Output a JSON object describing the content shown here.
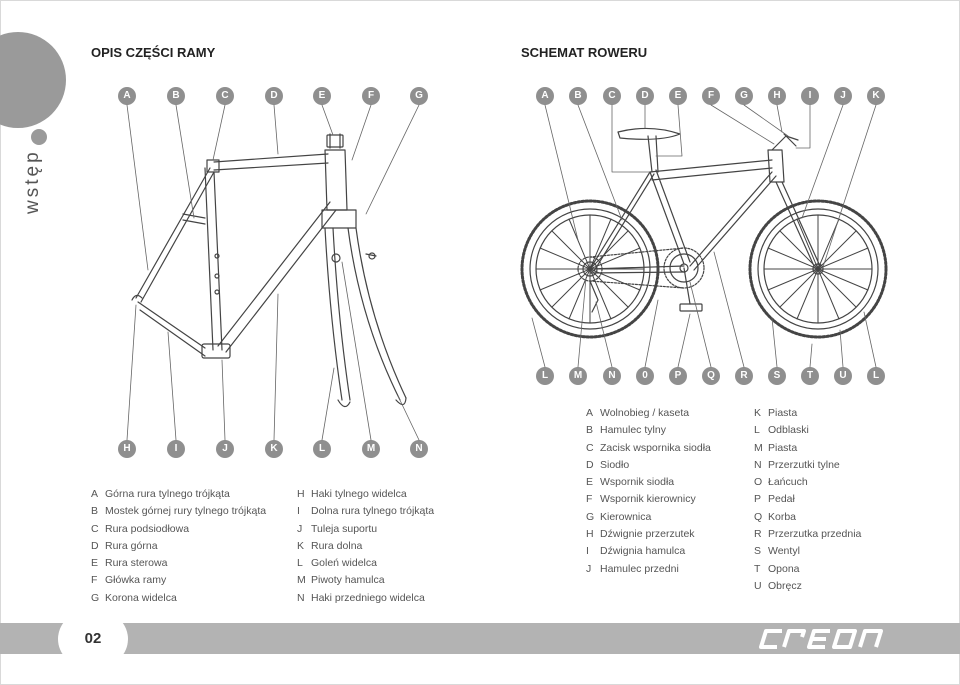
{
  "sidebar": {
    "section_label": "wstęp"
  },
  "frame_section": {
    "title": "OPIS CZĘŚCI RAMY",
    "top_callouts": [
      "A",
      "B",
      "C",
      "D",
      "E",
      "F",
      "G"
    ],
    "bottom_callouts": [
      "H",
      "I",
      "J",
      "K",
      "L",
      "M",
      "N"
    ],
    "legend_left": [
      {
        "letter": "A",
        "text": "Górna rura tylnego trójkąta"
      },
      {
        "letter": "B",
        "text": "Mostek górnej rury tylnego trójkąta"
      },
      {
        "letter": "C",
        "text": "Rura podsiodłowa"
      },
      {
        "letter": "D",
        "text": "Rura górna"
      },
      {
        "letter": "E",
        "text": "Rura sterowa"
      },
      {
        "letter": "F",
        "text": "Główka ramy"
      },
      {
        "letter": "G",
        "text": "Korona widelca"
      }
    ],
    "legend_right": [
      {
        "letter": "H",
        "text": "Haki tylnego widelca"
      },
      {
        "letter": "I",
        "text": "Dolna rura tylnego trójkąta"
      },
      {
        "letter": "J",
        "text": "Tuleja suportu"
      },
      {
        "letter": "K",
        "text": "Rura dolna"
      },
      {
        "letter": "L",
        "text": "Goleń widelca"
      },
      {
        "letter": "M",
        "text": "Piwoty hamulca"
      },
      {
        "letter": "N",
        "text": "Haki przedniego widelca"
      }
    ]
  },
  "bike_section": {
    "title": "SCHEMAT ROWERU",
    "top_callouts": [
      "A",
      "B",
      "C",
      "D",
      "E",
      "F",
      "G",
      "H",
      "I",
      "J",
      "K"
    ],
    "bottom_callouts": [
      "L",
      "M",
      "N",
      "0",
      "P",
      "Q",
      "R",
      "S",
      "T",
      "U",
      "L"
    ],
    "legend_left": [
      {
        "letter": "A",
        "text": "Wolnobieg / kaseta"
      },
      {
        "letter": "B",
        "text": "Hamulec tylny"
      },
      {
        "letter": "C",
        "text": "Zacisk wspornika siodła"
      },
      {
        "letter": "D",
        "text": "Siodło"
      },
      {
        "letter": "E",
        "text": "Wspornik siodła"
      },
      {
        "letter": "F",
        "text": "Wspornik kierownicy"
      },
      {
        "letter": "G",
        "text": "Kierownica"
      },
      {
        "letter": "H",
        "text": "Dźwignie przerzutek"
      },
      {
        "letter": "I",
        "text": "Dźwignia hamulca"
      },
      {
        "letter": "J",
        "text": "Hamulec przedni"
      }
    ],
    "legend_right": [
      {
        "letter": "K",
        "text": "Piasta"
      },
      {
        "letter": "L",
        "text": "Odblaski"
      },
      {
        "letter": "M",
        "text": "Piasta"
      },
      {
        "letter": "N",
        "text": "Przerzutki tylne"
      },
      {
        "letter": "O",
        "text": "Łańcuch"
      },
      {
        "letter": "P",
        "text": "Pedał"
      },
      {
        "letter": "Q",
        "text": "Korba"
      },
      {
        "letter": "R",
        "text": "Przerzutka przednia"
      },
      {
        "letter": "S",
        "text": "Wentyl"
      },
      {
        "letter": "T",
        "text": "Opona"
      },
      {
        "letter": "U",
        "text": "Obręcz"
      }
    ]
  },
  "footer": {
    "page_number": "02",
    "brand": "creon"
  },
  "colors": {
    "badge_gray": "#8f8f8f",
    "band_gray": "#b3b3b3",
    "side_gray": "#9a9a9a"
  }
}
